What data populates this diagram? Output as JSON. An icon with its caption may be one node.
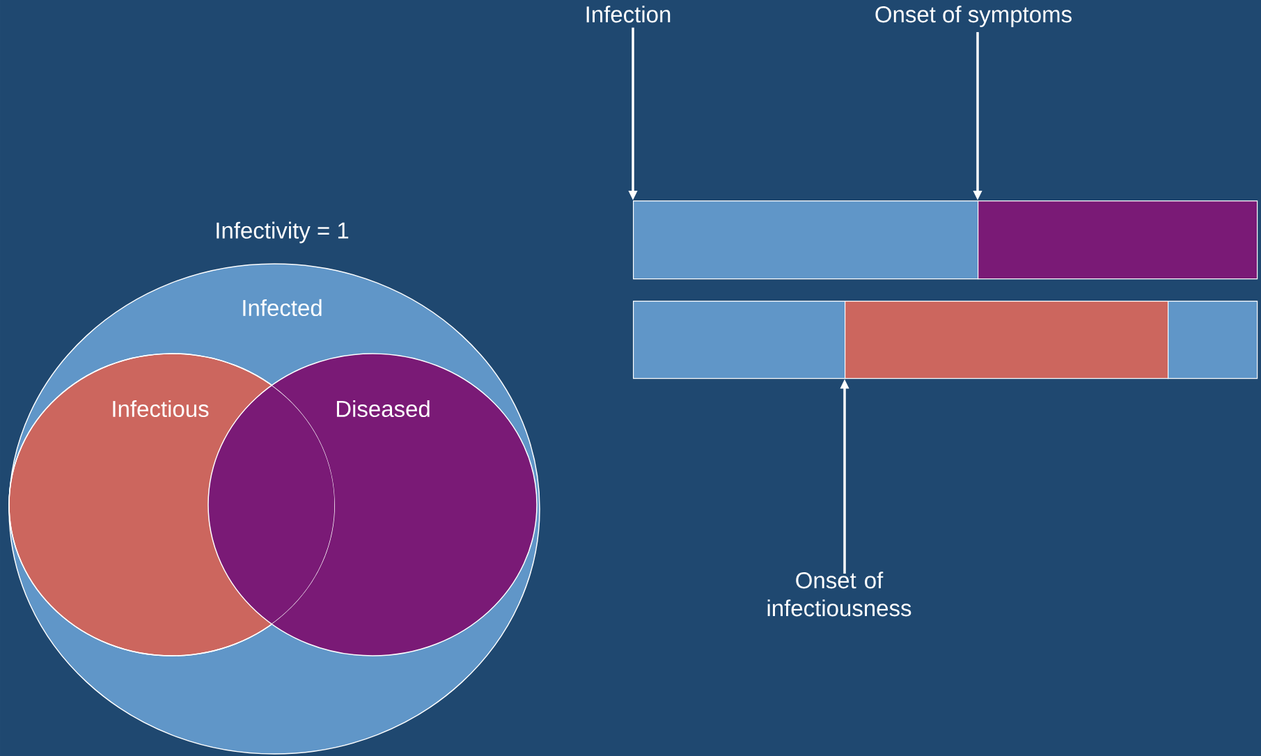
{
  "diagram": {
    "nodes": [
      {
        "text": [
          "Infected"
        ]
      },
      {
        "text": [
          "Infectious"
        ],
        "in": 0
      },
      {
        "text": [
          "Diseased"
        ],
        "in": 0
      },
      {
        "text": [
          "Infection"
        ]
      },
      {
        "text": [
          "Onset of symptoms"
        ]
      },
      {
        "text": [
          "Onset of infectiousness"
        ]
      },
      {
        "text": [],
        "shape": "bar"
      },
      {
        "text": [],
        "shape": "bar"
      },
      {
        "text": [],
        "shape": "bar"
      },
      {
        "text": [],
        "shape": "bar"
      },
      {
        "text": [],
        "shape": "bar"
      }
    ],
    "edges": [
      {
        "from": 3,
        "to": 6,
        "arrow": "to"
      },
      {
        "from": 4,
        "to": 7,
        "arrow": "to"
      },
      {
        "from": 5,
        "to": 9,
        "arrow": "to"
      }
    ],
    "labels": [
      "Infectivity = 1"
    ]
  }
}
